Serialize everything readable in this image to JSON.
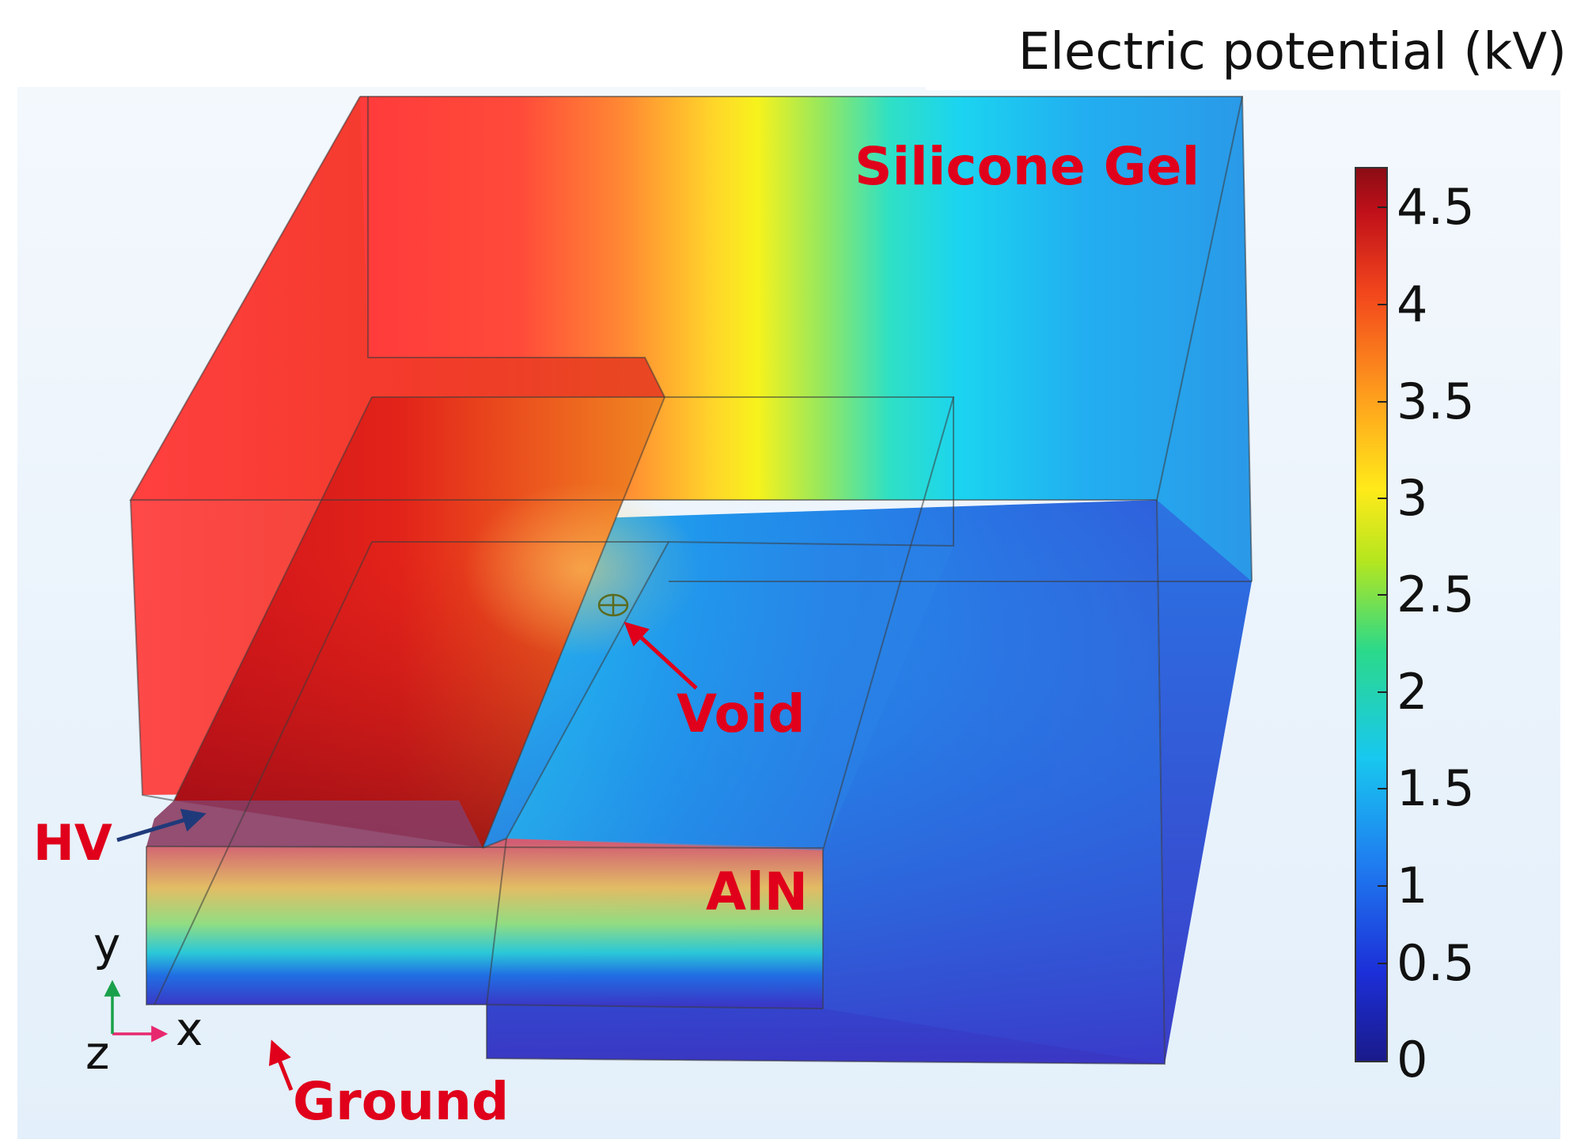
{
  "colorbar": {
    "title": "Electric potential (kV)",
    "ticks": [
      "4.5",
      "4",
      "3.5",
      "3",
      "2.5",
      "2",
      "1.5",
      "1",
      "0.5",
      "0"
    ],
    "range": [
      0,
      4.65
    ],
    "colormap": [
      "#1a1a8a",
      "#1c2fd8",
      "#1f7cf0",
      "#18c8ef",
      "#2bd98a",
      "#b5e61f",
      "#ffea1a",
      "#ffa11d",
      "#f2461c",
      "#c0101a",
      "#8a0c14"
    ]
  },
  "labels": {
    "silicone_gel": "Silicone Gel",
    "void": "Void",
    "hv": "HV",
    "aln": "AlN",
    "ground": "Ground"
  },
  "axes_triad": {
    "x": "x",
    "y": "y",
    "z": "z"
  },
  "colors": {
    "annotation": "#e0001b",
    "hv_arrow": "#1f3a7a"
  }
}
